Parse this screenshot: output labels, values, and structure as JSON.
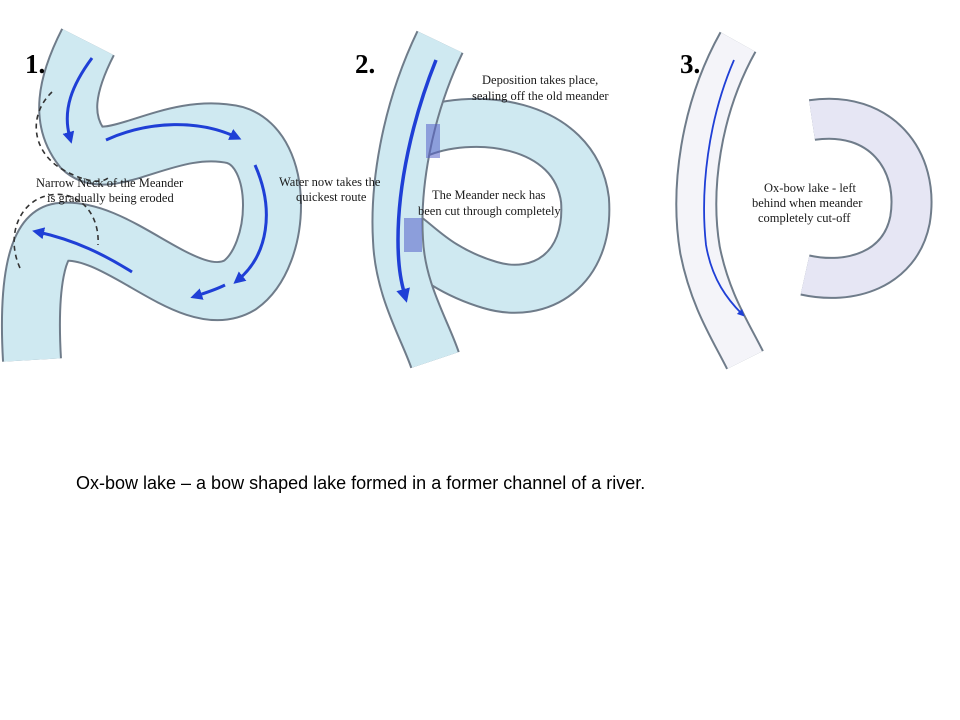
{
  "diagram": {
    "steps": [
      {
        "number": "1.",
        "notes": [
          "Narrow Neck of the Meander",
          "is gradually being eroded"
        ]
      },
      {
        "number": "2.",
        "notes_top": [
          "Deposition takes place,",
          "sealing off the old meander"
        ],
        "notes_mid": [
          "Water now takes the",
          "quickest route"
        ],
        "notes_inner": [
          "The Meander neck has",
          "been cut through completely"
        ]
      },
      {
        "number": "3.",
        "notes": [
          "Ox-bow lake - left",
          "behind when meander",
          "completely cut-off"
        ]
      }
    ],
    "colors": {
      "water": "#cfe9f1",
      "water_edge": "#6f7c8a",
      "flow_arrow": "#1f3fd6",
      "oxbow_water": "#e6e6f4",
      "deposition": "#5560c8"
    }
  },
  "caption": "Ox-bow lake – a bow shaped lake formed in a former channel of a river."
}
